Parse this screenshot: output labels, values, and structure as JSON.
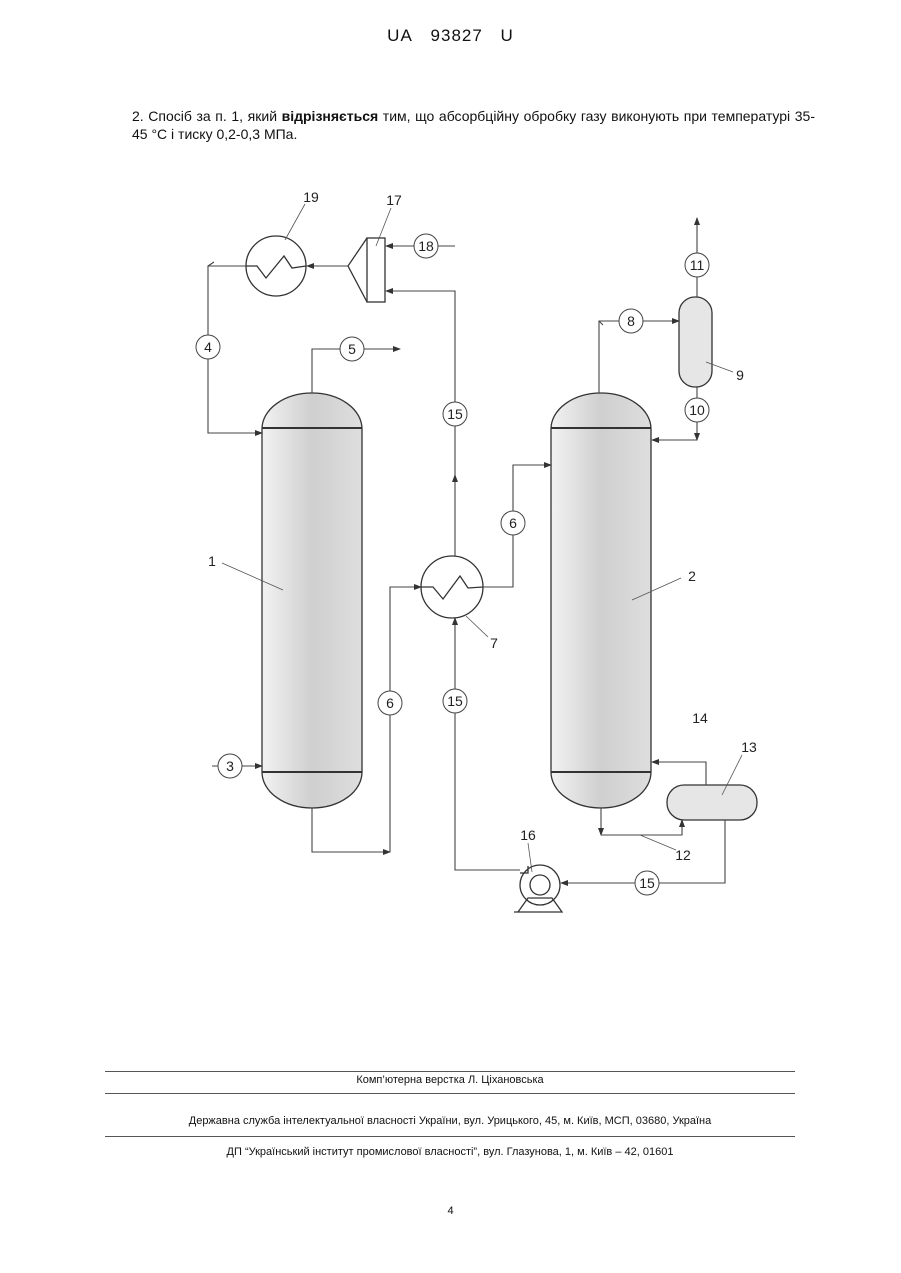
{
  "header": {
    "country": "UA",
    "number": "93827",
    "kind": "U"
  },
  "claim": {
    "before": "2. Спосіб за п. 1, який ",
    "emphasis": "відрізняється",
    "after": " тим, що абсорбційну обробку газу виконують при температурі 35-45 °C і тиску 0,2-0,3 МПа."
  },
  "diagram_labels": {
    "n1": "1",
    "n2": "2",
    "n3": "3",
    "n4": "4",
    "n5": "5",
    "n6a": "6",
    "n6b": "6",
    "n7": "7",
    "n8": "8",
    "n9": "9",
    "n10": "10",
    "n11": "11",
    "n12": "12",
    "n13": "13",
    "n14": "14",
    "n15a": "15",
    "n15b": "15",
    "n15c": "15",
    "n16": "16",
    "n17": "17",
    "n18": "18",
    "n19": "19"
  },
  "footer": {
    "layout": "Комп’ютерна верстка Л. Ціхановська",
    "office": "Державна служба інтелектуальної власності України, вул. Урицького, 45, м. Київ, МСП, 03680, Україна",
    "institute": "ДП “Український інститут промислової власності”, вул. Глазунова, 1, м. Київ – 42, 01601"
  },
  "page_number": "4"
}
